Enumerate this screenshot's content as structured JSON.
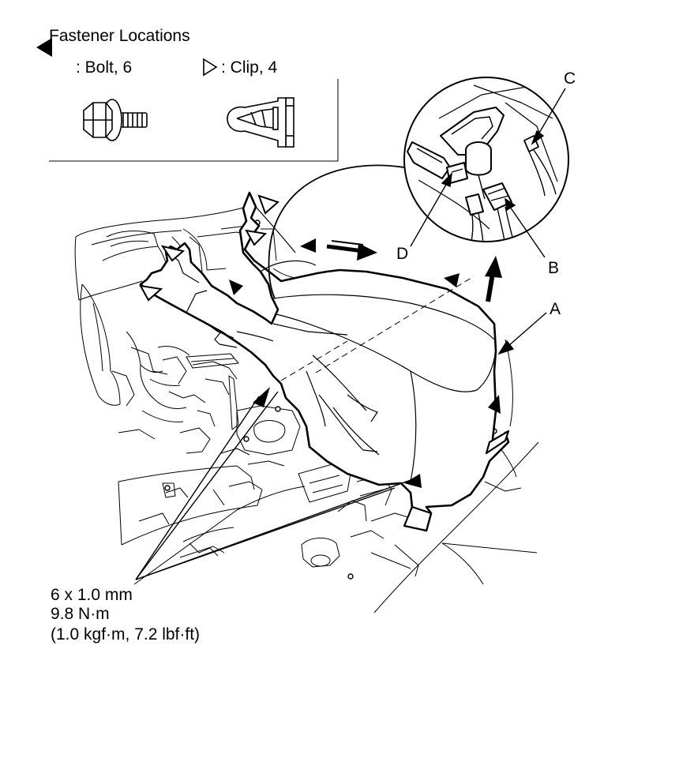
{
  "legend": {
    "title": "Fastener Locations",
    "bolt_label": ": Bolt, 6",
    "clip_label": ": Clip, 4"
  },
  "callouts": {
    "A": "A",
    "B": "B",
    "C": "C",
    "D": "D"
  },
  "torque_spec": {
    "size": "6 x 1.0 mm",
    "torque_nm": "9.8 N·m",
    "torque_alt": "(1.0 kgf·m, 7.2 lbf·ft)"
  }
}
